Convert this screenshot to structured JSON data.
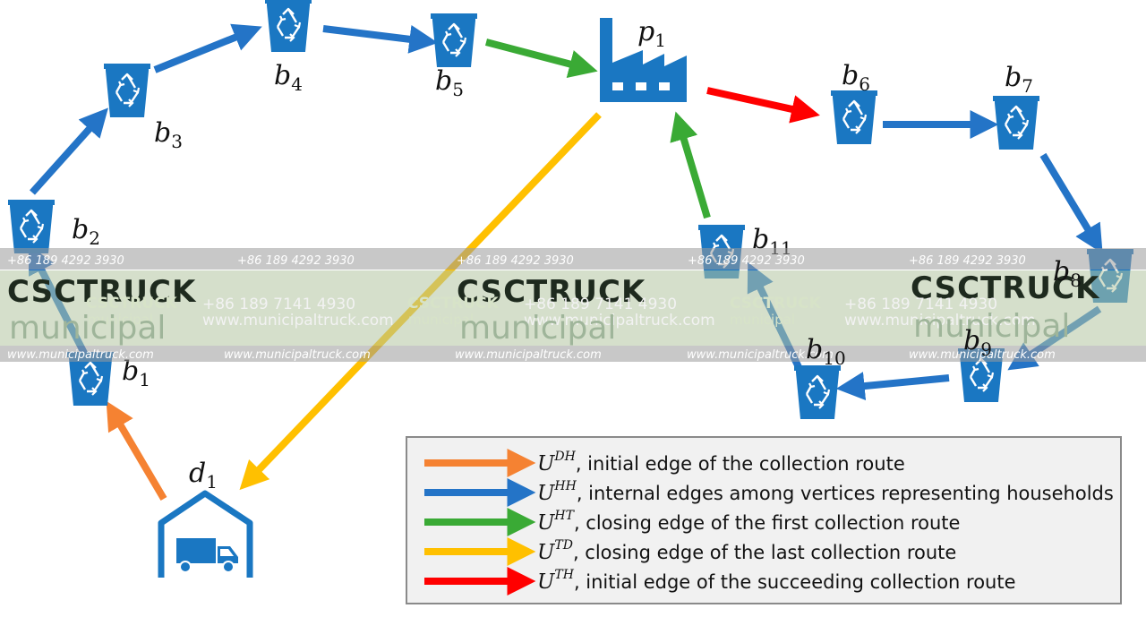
{
  "colors": {
    "dh": "#f58232",
    "hh": "#2474c7",
    "ht": "#3aaa35",
    "td": "#ffc000",
    "th": "#ff0000",
    "icon": "#1a77c2"
  },
  "nodes": {
    "b1": {
      "base": "b",
      "sub": "1"
    },
    "b2": {
      "base": "b",
      "sub": "2"
    },
    "b3": {
      "base": "b",
      "sub": "3"
    },
    "b4": {
      "base": "b",
      "sub": "4"
    },
    "b5": {
      "base": "b",
      "sub": "5"
    },
    "b6": {
      "base": "b",
      "sub": "6"
    },
    "b7": {
      "base": "b",
      "sub": "7"
    },
    "b8": {
      "base": "b",
      "sub": "8"
    },
    "b9": {
      "base": "b",
      "sub": "9"
    },
    "b10": {
      "base": "b",
      "sub": "10"
    },
    "b11": {
      "base": "b",
      "sub": "11"
    },
    "p1": {
      "base": "p",
      "sub": "1"
    },
    "d1": {
      "base": "d",
      "sub": "1"
    }
  },
  "legend": [
    {
      "key": "dh",
      "symbol": "U",
      "sup": "DH",
      "text": ", initial edge of the collection route"
    },
    {
      "key": "hh",
      "symbol": "U",
      "sup": "HH",
      "text": ", internal edges among vertices representing households"
    },
    {
      "key": "ht",
      "symbol": "U",
      "sup": "HT",
      "text": ", closing edge of the first collection route"
    },
    {
      "key": "td",
      "symbol": "U",
      "sup": "TD",
      "text": ", closing edge of the last collection route"
    },
    {
      "key": "th",
      "symbol": "U",
      "sup": "TH",
      "text": ", initial edge of the succeeding collection route"
    }
  ],
  "watermark": {
    "phone1": "+86 189 4292 3930",
    "phone2": "+86 189 7141 4930",
    "url": "www.municipaltruck.com",
    "brand": "CSCTRUCK",
    "sub": "municipal"
  }
}
